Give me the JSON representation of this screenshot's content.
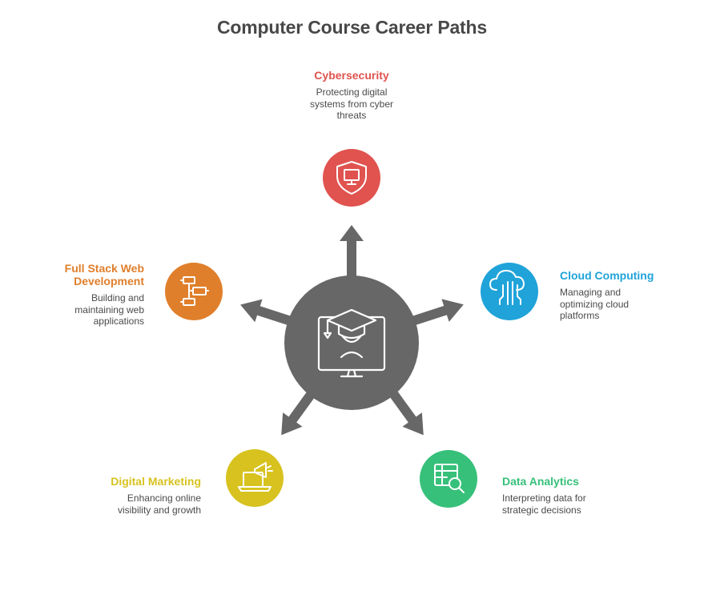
{
  "title": "Computer Course Career Paths",
  "colors": {
    "hub": "#676767",
    "arrows": "#676767",
    "cybersecurity": "#e0534f",
    "cloud": "#1fa3d9",
    "analytics": "#37c07a",
    "marketing": "#d7c21f",
    "fullstack": "#e07f2b"
  },
  "center": {
    "icon": "graduate-monitor-icon"
  },
  "paths": [
    {
      "id": "cybersecurity",
      "heading": "Cybersecurity",
      "description": "Protecting digital systems from cyber threats",
      "icon": "shield-monitor-icon"
    },
    {
      "id": "cloud",
      "heading": "Cloud Computing",
      "description": "Managing and optimizing cloud platforms",
      "icon": "cloud-network-icon"
    },
    {
      "id": "analytics",
      "heading": "Data Analytics",
      "description": "Interpreting data for strategic decisions",
      "icon": "spreadsheet-search-icon"
    },
    {
      "id": "marketing",
      "heading": "Digital Marketing",
      "description": "Enhancing online visibility and growth",
      "icon": "laptop-megaphone-icon"
    },
    {
      "id": "fullstack",
      "heading": "Full Stack Web Development",
      "description": "Building and maintaining web applications",
      "icon": "code-blocks-icon"
    }
  ]
}
